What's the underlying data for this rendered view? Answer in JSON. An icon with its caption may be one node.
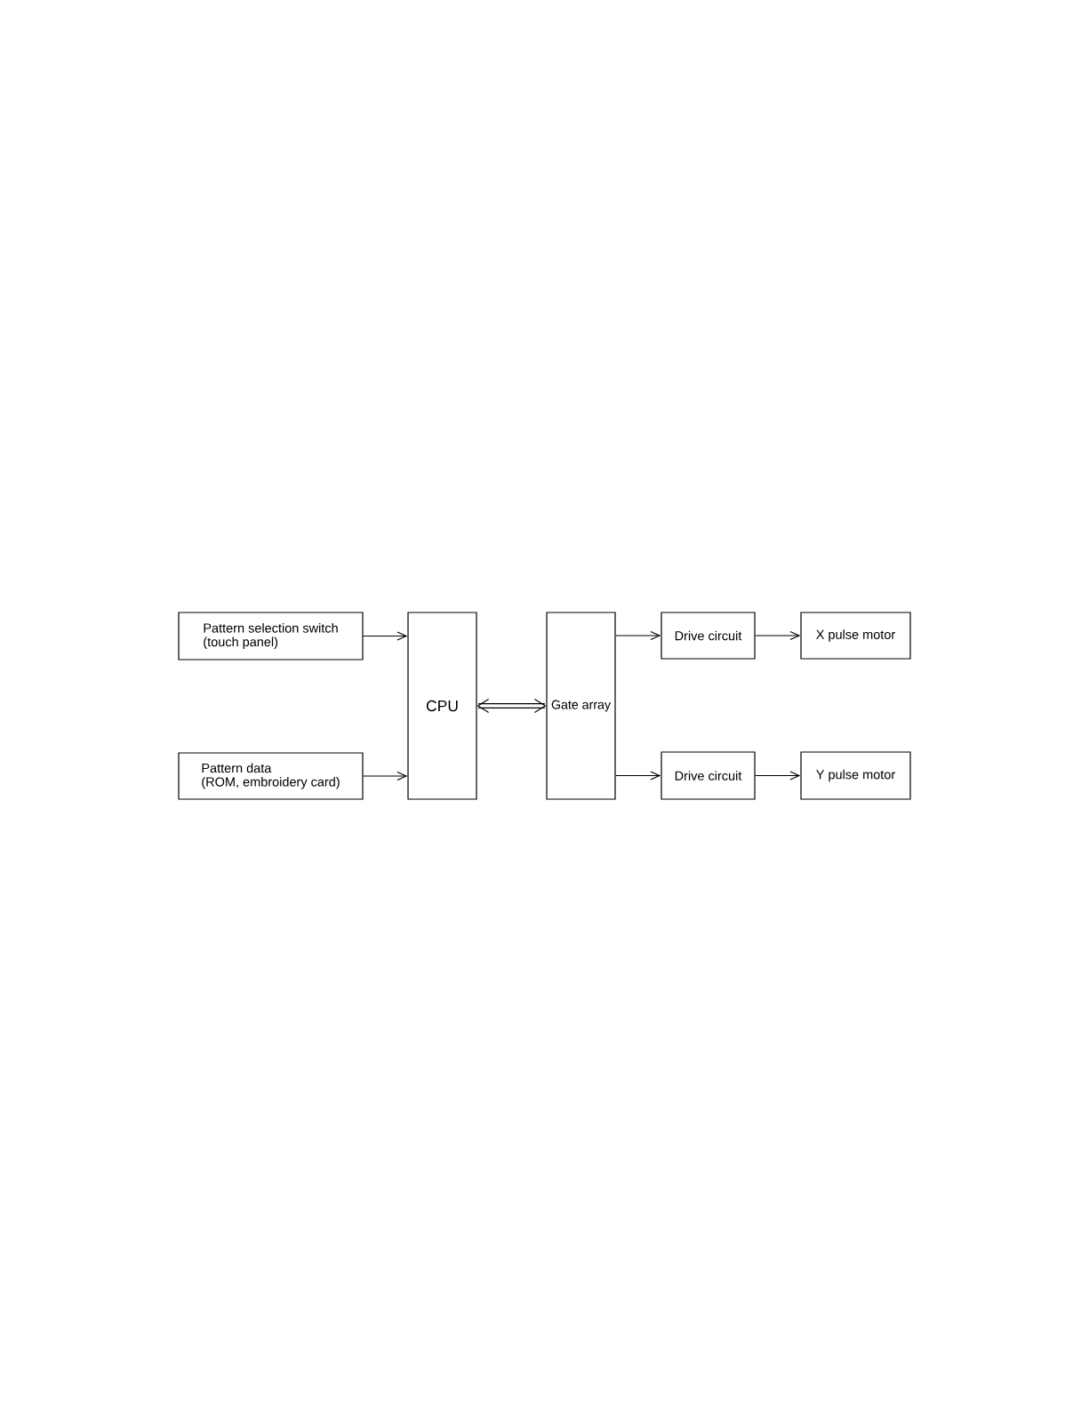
{
  "diagram": {
    "nodes": [
      {
        "text": [
          "Pattern selection switch",
          "(touch panel)"
        ]
      },
      {
        "text": [
          "Pattern data",
          "(ROM, embroidery card)"
        ]
      },
      {
        "text": [
          "CPU"
        ]
      },
      {
        "text": [
          "Gate array"
        ]
      },
      {
        "text": [
          "Drive circuit"
        ]
      },
      {
        "text": [
          "Drive circuit"
        ]
      },
      {
        "text": [
          "X pulse motor"
        ]
      },
      {
        "text": [
          "Y pulse motor"
        ]
      }
    ],
    "edges": [
      {
        "from": 0,
        "to": 2,
        "arrow": "to"
      },
      {
        "from": 1,
        "to": 2,
        "arrow": "to"
      },
      {
        "from": 2,
        "to": 3,
        "arrow": "both",
        "style": "thick"
      },
      {
        "from": 3,
        "to": 4,
        "arrow": "to"
      },
      {
        "from": 3,
        "to": 5,
        "arrow": "to"
      },
      {
        "from": 4,
        "to": 6,
        "arrow": "to"
      },
      {
        "from": 5,
        "to": 7,
        "arrow": "to"
      }
    ]
  }
}
